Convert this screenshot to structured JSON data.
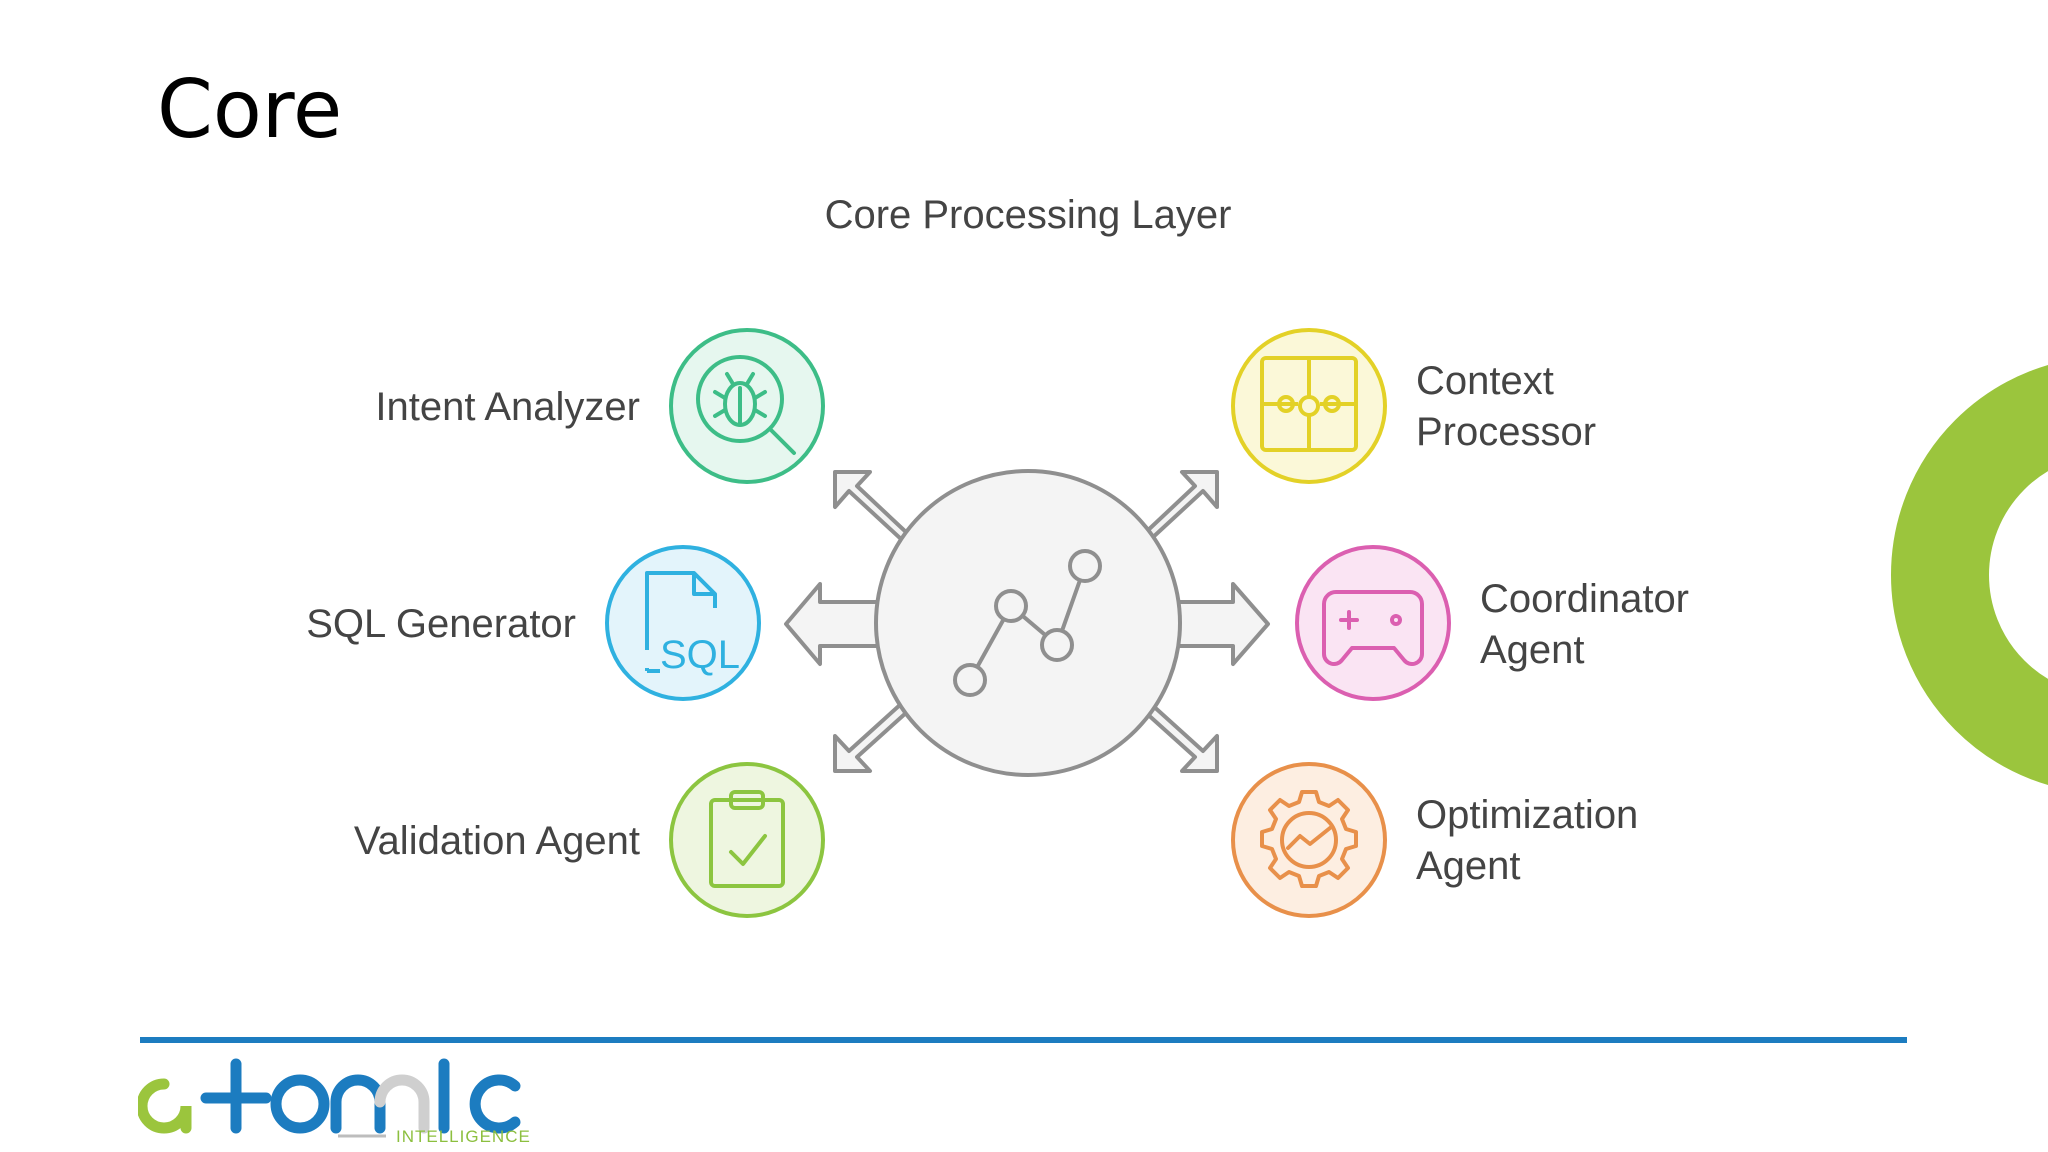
{
  "slide": {
    "title": "Core"
  },
  "diagram": {
    "title": "Core Processing Layer",
    "hub_icon": "line-chart-icon",
    "nodes": [
      {
        "label": [
          "Intent Analyzer"
        ],
        "icon": "bug-search-icon",
        "color": "#3dbd87"
      },
      {
        "label": [
          "SQL Generator"
        ],
        "icon": "sql-file-icon",
        "color": "#2fb1e0"
      },
      {
        "label": [
          "Validation Agent"
        ],
        "icon": "clipboard-check-icon",
        "color": "#8cc540"
      },
      {
        "label": [
          "Context",
          "Processor"
        ],
        "icon": "puzzle-icon",
        "color": "#e3d127"
      },
      {
        "label": [
          "Coordinator",
          "Agent"
        ],
        "icon": "gamepad-icon",
        "color": "#db5fb0"
      },
      {
        "label": [
          "Optimization",
          "Agent"
        ],
        "icon": "gear-chart-icon",
        "color": "#e8904a"
      }
    ]
  },
  "footer": {
    "logo_text": "atomic",
    "logo_subtext": "INTELLIGENCE",
    "line_color": "#1c7cc0",
    "logo_color": "#1c7cc0",
    "accent_color": "#9bc53d"
  }
}
